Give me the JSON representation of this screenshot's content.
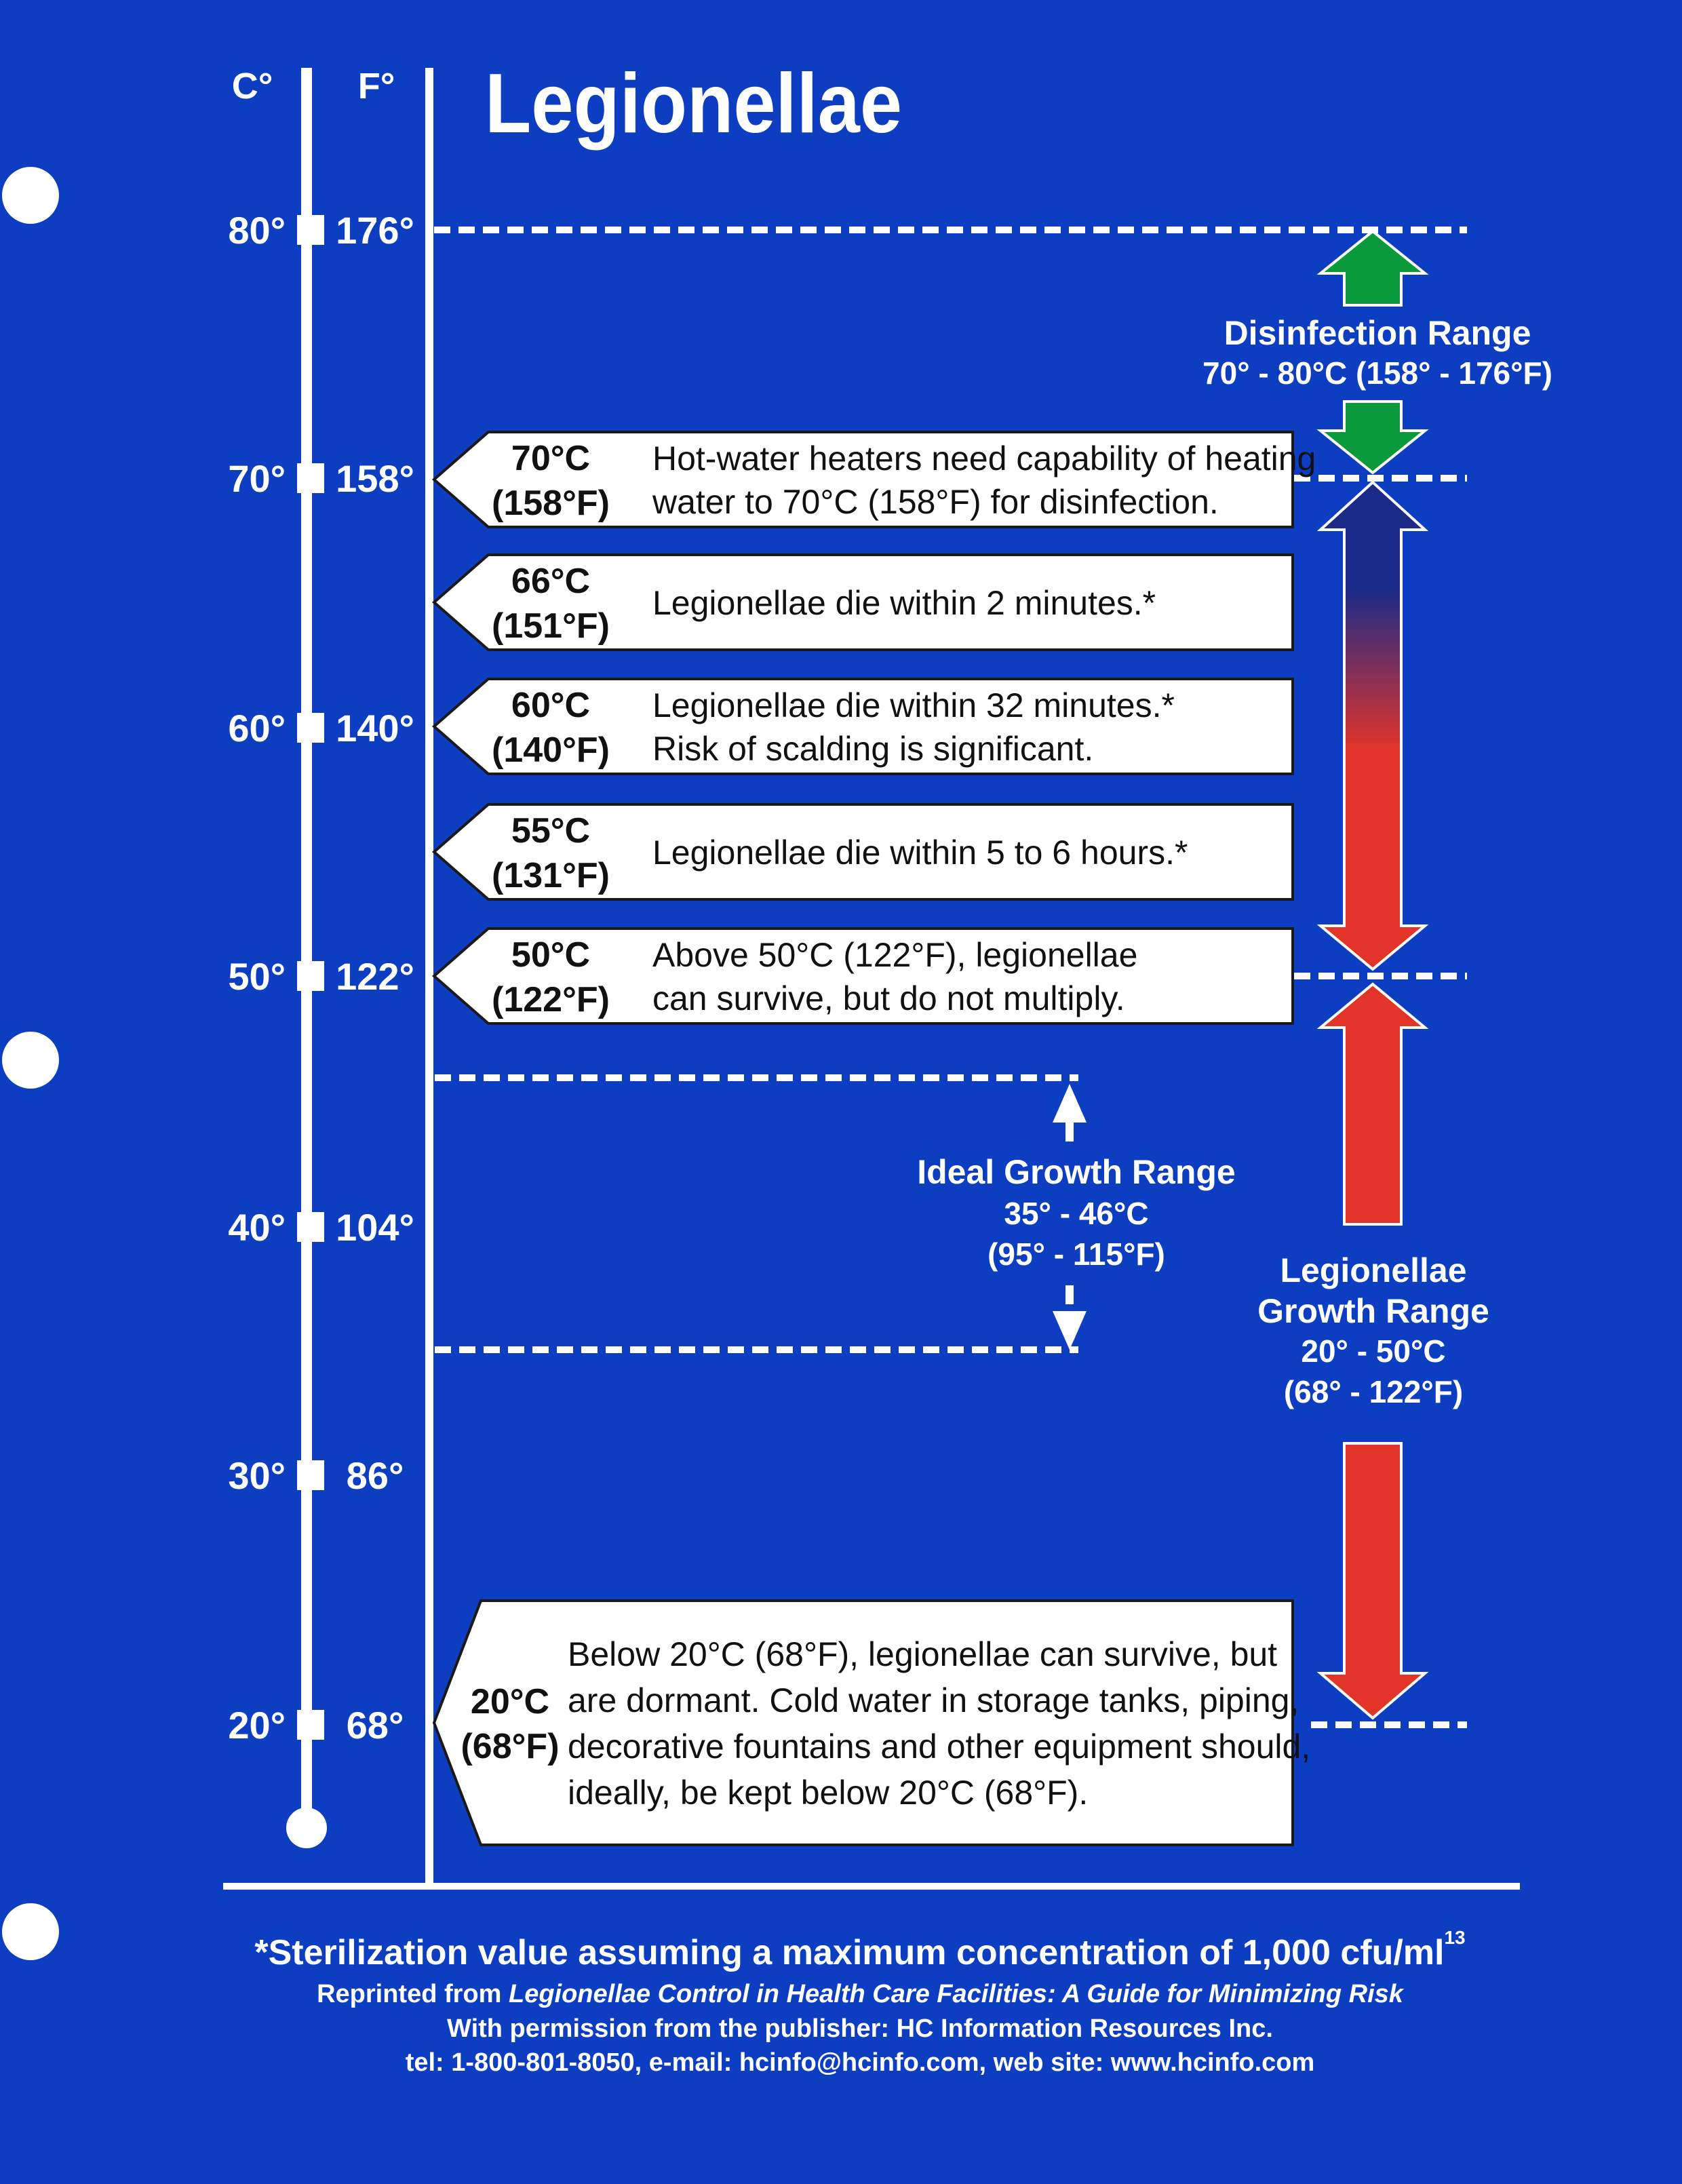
{
  "title": "Legionellae",
  "axis_headers": {
    "celsius": "C°",
    "fahrenheit": "F°"
  },
  "scale": [
    {
      "c": "80°",
      "f": "176°"
    },
    {
      "c": "70°",
      "f": "158°"
    },
    {
      "c": "60°",
      "f": "140°"
    },
    {
      "c": "50°",
      "f": "122°"
    },
    {
      "c": "40°",
      "f": "104°"
    },
    {
      "c": "30°",
      "f": "86°"
    },
    {
      "c": "20°",
      "f": "68°"
    }
  ],
  "callouts": [
    {
      "temp_c": "70°C",
      "temp_f": "(158°F)",
      "lines": [
        "Hot-water heaters need capability of heating",
        "water to 70°C (158°F) for disinfection."
      ]
    },
    {
      "temp_c": "66°C",
      "temp_f": "(151°F)",
      "lines": [
        "Legionellae die within 2 minutes.*"
      ]
    },
    {
      "temp_c": "60°C",
      "temp_f": "(140°F)",
      "lines": [
        "Legionellae die within 32 minutes.*",
        "Risk of scalding is significant."
      ]
    },
    {
      "temp_c": "55°C",
      "temp_f": "(131°F)",
      "lines": [
        "Legionellae die within 5 to 6 hours.*"
      ]
    },
    {
      "temp_c": "50°C",
      "temp_f": "(122°F)",
      "lines": [
        "Above 50°C (122°F), legionellae",
        "can survive, but do not multiply."
      ]
    },
    {
      "temp_c": "20°C",
      "temp_f": "(68°F)",
      "lines": [
        "Below 20°C (68°F), legionellae can survive, but",
        "are dormant. Cold water in storage tanks, piping,",
        "decorative fountains and other equipment should,",
        "ideally, be kept below 20°C (68°F)."
      ]
    }
  ],
  "disinfection": {
    "label": "Disinfection Range",
    "range": "70° - 80°C (158° - 176°F)"
  },
  "ideal_growth": {
    "label": "Ideal Growth Range",
    "range_c": "35° - 46°C",
    "range_f": "(95° - 115°F)"
  },
  "growth": {
    "label1": "Legionellae",
    "label2": "Growth Range",
    "range_c": "20° - 50°C",
    "range_f": "(68° - 122°F)"
  },
  "footer": {
    "note": "*Sterilization value assuming a maximum concentration of 1,000 cfu/ml",
    "note_ref": "13",
    "reprint_prefix": "Reprinted from ",
    "reprint_title": "Legionellae Control in Health Care Facilities: A Guide for Minimizing Risk",
    "permission": "With permission from the publisher: HC Information Resources Inc.",
    "contact": "tel: 1-800-801-8050, e-mail: hcinfo@hcinfo.com, web site: www.hcinfo.com"
  },
  "colors": {
    "background": "#0d3dc0",
    "green": "#0a9a3c",
    "red": "#e3342a",
    "navy": "#1b2a88"
  }
}
